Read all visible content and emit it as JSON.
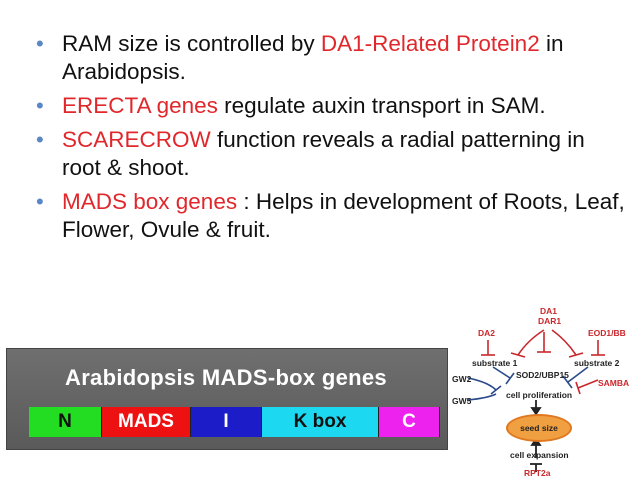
{
  "bullets": [
    {
      "parts": [
        "RAM size is controlled by ",
        "DA1-Related Protein2",
        " in Arabidopsis."
      ]
    },
    {
      "parts": [
        "",
        "ERECTA  genes",
        " regulate auxin transport in SAM."
      ]
    },
    {
      "parts": [
        "",
        "SCARECROW",
        " function reveals a radial patterning in root & shoot."
      ]
    },
    {
      "parts": [
        "",
        "MADS box genes",
        " : Helps in development of Roots, Leaf, Flower, Ovule & fruit."
      ]
    }
  ],
  "bullet_glyph": "•",
  "mads_box": {
    "title": "Arabidopsis MADS-box genes",
    "segments": [
      {
        "label": "N",
        "color": "#22dd22",
        "text_color": "#111111"
      },
      {
        "label": "MADS",
        "color": "#ee1111",
        "text_color": "#ffffff"
      },
      {
        "label": "I",
        "color": "#1c1cc8",
        "text_color": "#ffffff"
      },
      {
        "label": "K box",
        "color": "#1cd8f0",
        "text_color": "#111111"
      },
      {
        "label": "C",
        "color": "#ee22ee",
        "text_color": "#ffffff"
      }
    ]
  },
  "diagram": {
    "da1": "DA1",
    "dar1": "DAR1",
    "da2": "DA2",
    "eod1": "EOD1/BB",
    "substrate1": "substrate 1",
    "substrate2": "substrate 2",
    "sod2": "SOD2/UBP15",
    "gw2": "GW2",
    "gw5": "GW5",
    "samba": "SAMBA",
    "cell_proliferation": "cell proliferation",
    "seed_size": "seed size",
    "cell_expansion": "cell expansion",
    "rpt2a": "RPT2a"
  }
}
